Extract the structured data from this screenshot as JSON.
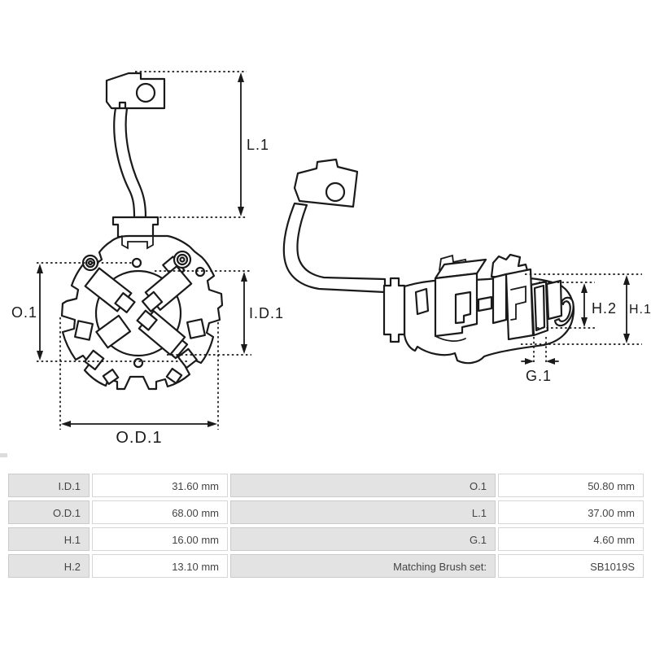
{
  "page": {
    "background": "#ffffff"
  },
  "drawing": {
    "line_color": "#1a1a1a",
    "front_view": {
      "labels": {
        "l1": "L.1",
        "o1": "O.1",
        "id1": "I.D.1",
        "od1": "O.D.1"
      }
    },
    "side_view": {
      "labels": {
        "h2": "H.2",
        "h1": "H.1",
        "g1": "G.1"
      }
    }
  },
  "spec_table": {
    "label_bg": "#e3e3e3",
    "border_color": "#cccccc",
    "rows": [
      {
        "label1": "I.D.1",
        "value1": "31.60 mm",
        "label2": "O.1",
        "value2": "50.80 mm"
      },
      {
        "label1": "O.D.1",
        "value1": "68.00 mm",
        "label2": "L.1",
        "value2": "37.00 mm"
      },
      {
        "label1": "H.1",
        "value1": "16.00 mm",
        "label2": "G.1",
        "value2": "4.60 mm"
      },
      {
        "label1": "H.2",
        "value1": "13.10 mm",
        "label2": "Matching Brush set:",
        "value2": "SB1019S"
      }
    ]
  }
}
